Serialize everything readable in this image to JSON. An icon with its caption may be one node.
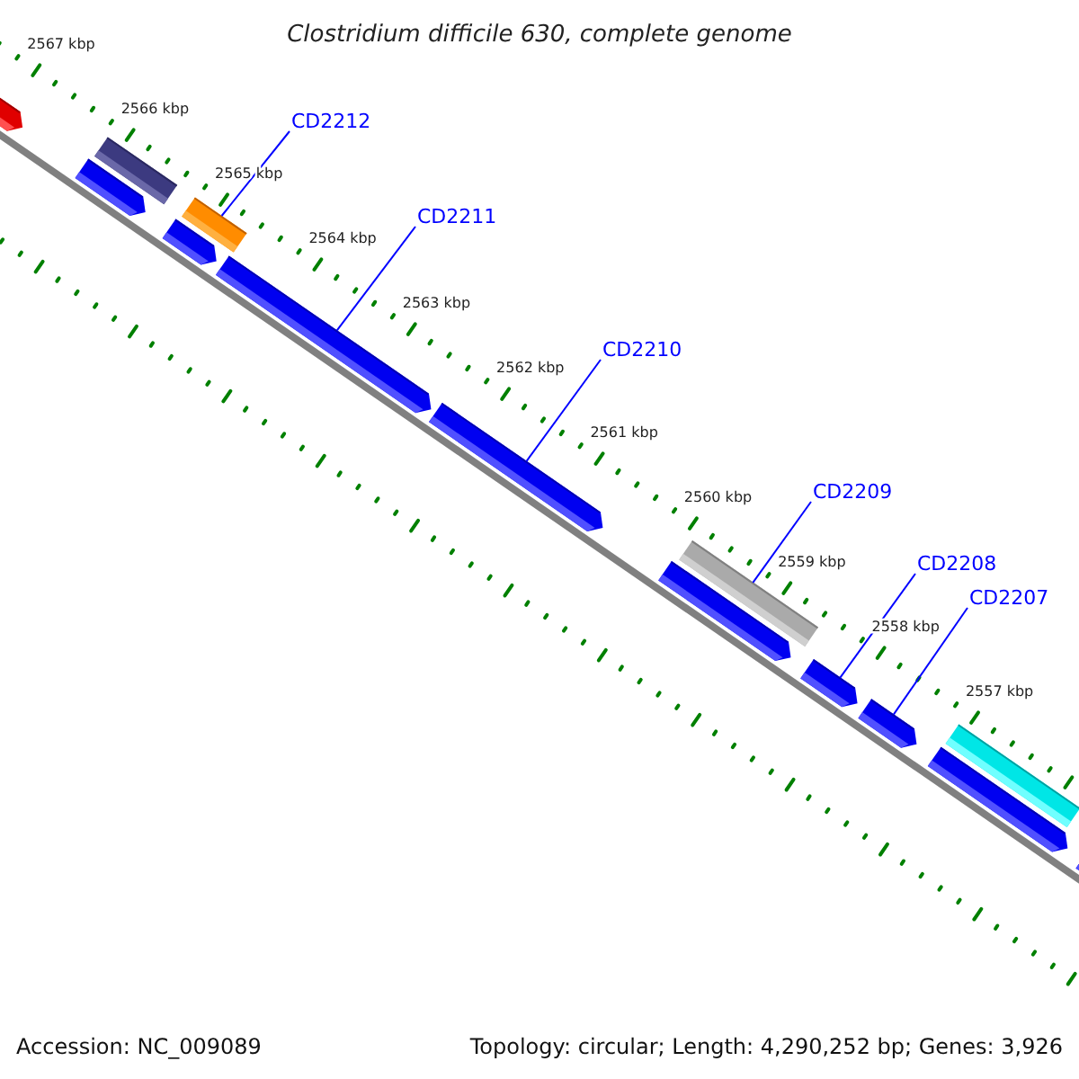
{
  "diagram": {
    "title": "Clostridium difficile 630, complete genome",
    "nodes": [
      {
        "text": [
          "CD2212"
        ]
      },
      {
        "text": [
          "CD2211"
        ]
      },
      {
        "text": [
          "CD2210"
        ]
      },
      {
        "text": [
          "CD2209"
        ]
      },
      {
        "text": [
          "CD2208"
        ]
      },
      {
        "text": [
          "CD2207"
        ]
      },
      {
        "text": [],
        "shape": "bar"
      },
      {
        "text": [],
        "shape": "bar"
      },
      {
        "text": [],
        "shape": "bar"
      },
      {
        "text": [],
        "shape": "bar"
      },
      {
        "text": [],
        "shape": "bar"
      },
      {
        "text": [],
        "shape": "bar"
      },
      {
        "text": [],
        "shape": "bar"
      },
      {
        "text": [],
        "shape": "bar"
      },
      {
        "text": [],
        "shape": "bar"
      },
      {
        "text": [],
        "shape": "bar"
      },
      {
        "text": [],
        "shape": "bar"
      },
      {
        "text": [],
        "shape": "bar"
      },
      {
        "text": [],
        "shape": "bar"
      },
      {
        "text": [],
        "shape": "bar"
      }
    ],
    "edges": [
      {
        "from": 0,
        "to": 10,
        "arrow": "none"
      },
      {
        "from": 1,
        "to": 11,
        "arrow": "none"
      },
      {
        "from": 2,
        "to": 12,
        "arrow": "none"
      },
      {
        "from": 3,
        "to": 14,
        "arrow": "none"
      },
      {
        "from": 4,
        "to": 15,
        "arrow": "none"
      },
      {
        "from": 5,
        "to": 16,
        "arrow": "none"
      }
    ],
    "labels": [
      "2567 kbp",
      "2566 kbp",
      "2565 kbp",
      "2564 kbp",
      "2563 kbp",
      "2562 kbp",
      "2561 kbp",
      "2560 kbp",
      "2559 kbp",
      "2558 kbp",
      "2557 kbp",
      "Accession: NC_009089",
      "Topology: circular; Length: 4,290,252 bp; Genes: 3,926"
    ]
  }
}
